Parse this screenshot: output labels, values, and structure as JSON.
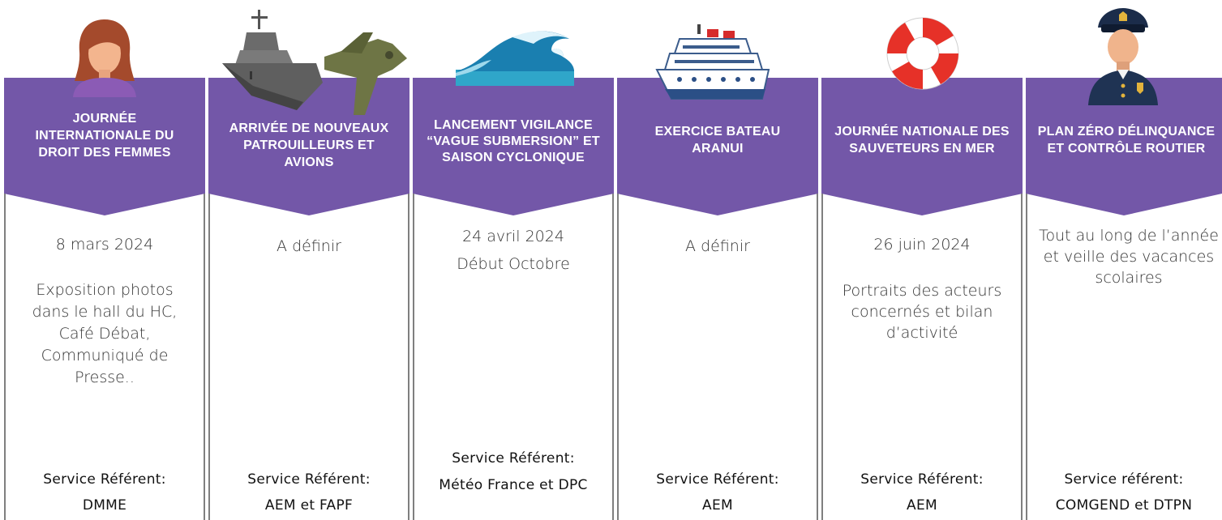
{
  "columns": [
    {
      "title": "JOURNÉE INTERNATIONALE DU DROIT DES FEMMES",
      "date": "8 mars 2024",
      "description": "Exposition photos dans le hall du HC, Café Débat, Communiqué de Presse..",
      "ref_label": "Service Référent:",
      "ref_value": "DMME",
      "icon": "woman-icon"
    },
    {
      "title": "ARRIVÉE DE NOUVEAUX PATROUILLEURS ET AVIONS",
      "date": "A définir",
      "description": "",
      "ref_label": "Service Référent:",
      "ref_value": "AEM et FAPF",
      "icon": "warship-plane-icon"
    },
    {
      "title": "LANCEMENT VIGILANCE “VAGUE SUBMERSION” ET SAISON CYCLONIQUE",
      "date": "24 avril 2024",
      "date2": "Début Octobre",
      "description": "",
      "ref_label": "Service Référent:",
      "ref_value": "Météo France et DPC",
      "icon": "wave-icon"
    },
    {
      "title": "EXERCICE BATEAU ARANUI",
      "date": "A définir",
      "description": "",
      "ref_label": "Service Référent:",
      "ref_value": "AEM",
      "icon": "cruise-ship-icon"
    },
    {
      "title": "JOURNÉE NATIONALE DES SAUVETEURS EN MER",
      "date": "26 juin 2024",
      "description": "Portraits des acteurs concernés et bilan d’activité",
      "ref_label": "Service Référent:",
      "ref_value": "AEM",
      "icon": "lifebuoy-icon"
    },
    {
      "title": "PLAN ZÉRO DÉLINQUANCE ET CONTRÔLE ROUTIER",
      "date": "Tout au long de l’année et veille des vacances scolaires",
      "description": "",
      "ref_label": "Service référent:",
      "ref_value": "COMGEND et DTPN",
      "icon": "police-officer-icon"
    }
  ],
  "colors": {
    "header": "#7357a8",
    "separator": "#7f7f7f",
    "text": "#333333"
  }
}
